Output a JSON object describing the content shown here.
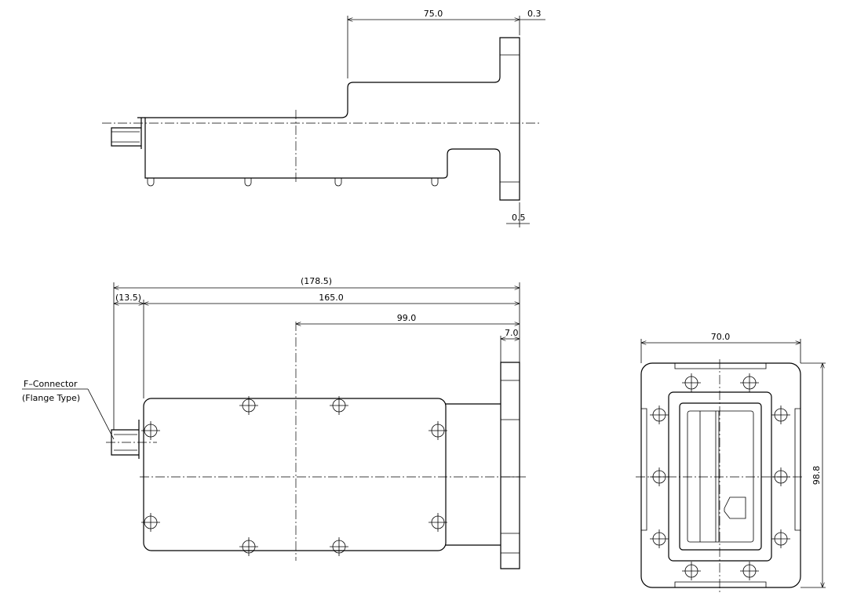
{
  "top_view": {
    "dim_length": "75.0",
    "dim_flange_top": "0.3",
    "dim_flange_bottom": "0.5"
  },
  "front_view": {
    "dim_overall": "(178.5)",
    "dim_connector": "(13.5)",
    "dim_body": "165.0",
    "dim_center": "99.0",
    "dim_flange": "7.0",
    "label_line1": "F–Connector",
    "label_line2": "(Flange Type)"
  },
  "side_view": {
    "dim_width": "70.0",
    "dim_height": "98.8"
  }
}
